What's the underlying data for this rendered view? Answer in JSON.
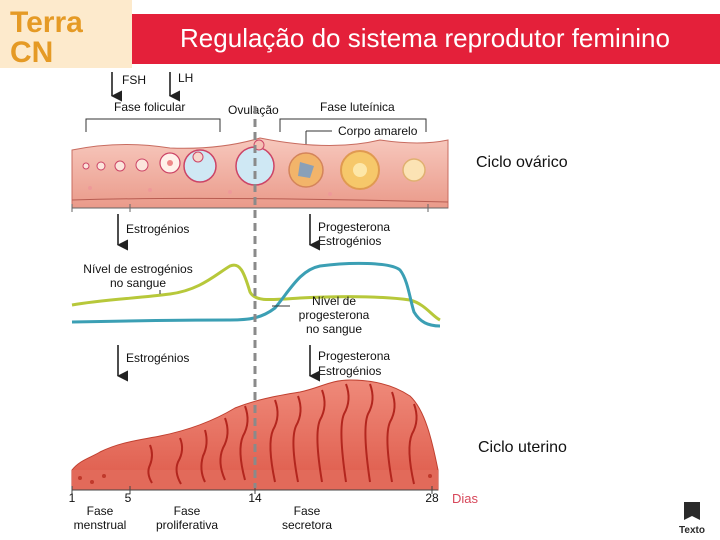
{
  "logo": {
    "text_line1": "Terra",
    "text_line2": "CN"
  },
  "title": "Regulação do sistema reprodutor feminino",
  "hormones_top": {
    "fsh": "FSH",
    "lh": "LH"
  },
  "phases_ovary": {
    "follicular": "Fase folicular",
    "ovulation": "Ovulação",
    "luteal": "Fase luteínica",
    "corpus_luteum": "Corpo amarelo"
  },
  "ovarian_cycle_label": "Ciclo ovárico",
  "hormone_arrows_1": {
    "left": "Estrogénios",
    "right_line1": "Progesterona",
    "right_line2": "Estrogénios"
  },
  "blood_levels": {
    "estrogen_line1": "Nível de estrogénios",
    "estrogen_line2": "no sangue",
    "progesterone_line1": "Nível de",
    "progesterone_line2": "progesterona",
    "progesterone_line3": "no sangue"
  },
  "hormone_arrows_2": {
    "left": "Estrogénios",
    "right_line1": "Progesterona",
    "right_line2": "Estrogénios"
  },
  "uterine_cycle_label": "Ciclo uterino",
  "days": {
    "d1": "1",
    "d5": "5",
    "d14": "14",
    "d28": "28",
    "unit": "Dias"
  },
  "phases_uterus": {
    "menstrual_line1": "Fase",
    "menstrual_line2": "menstrual",
    "proliferative_line1": "Fase",
    "proliferative_line2": "proliferativa",
    "secretory_line1": "Fase",
    "secretory_line2": "secretora"
  },
  "publisher": "Texto",
  "colors": {
    "title_bg": "#e4203a",
    "logo": "#e59a25",
    "estrogen_curve": "#b7c83a",
    "progesterone_curve": "#3b9fb4",
    "tissue": "#e88070",
    "tissue_dark": "#d03a30",
    "days_unit": "#d7475a"
  }
}
